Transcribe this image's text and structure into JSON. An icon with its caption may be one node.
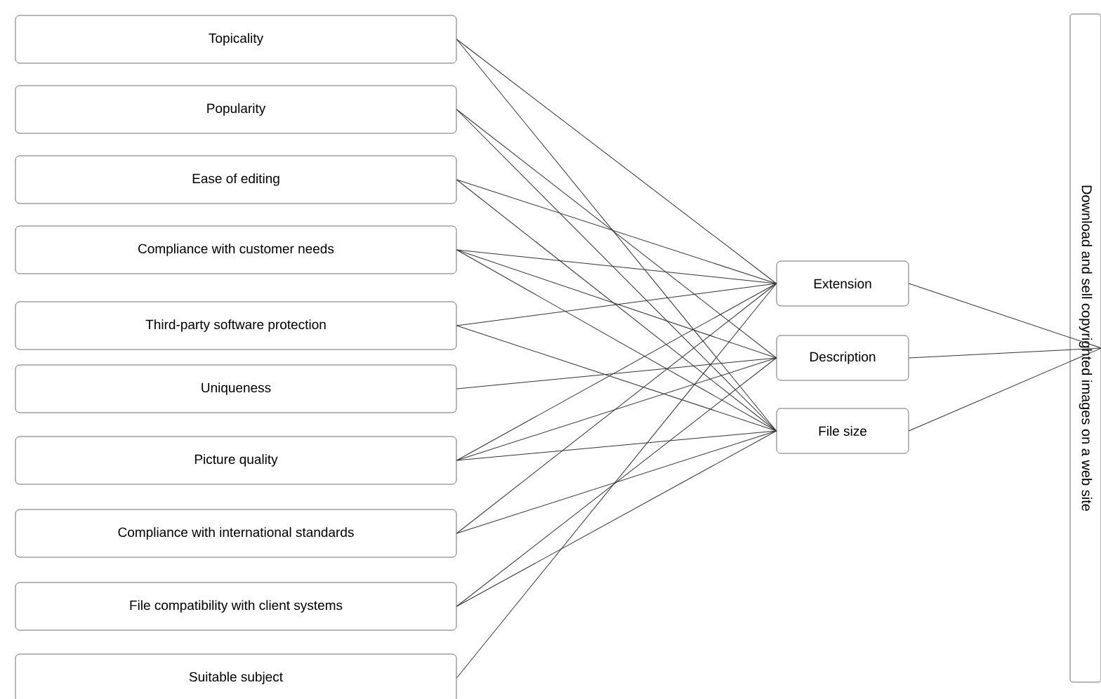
{
  "diagram": {
    "nodes": [
      {
        "text": [
          "Topicality"
        ]
      },
      {
        "text": [
          "Popularity"
        ]
      },
      {
        "text": [
          "Ease of editing"
        ]
      },
      {
        "text": [
          "Compliance with customer needs"
        ]
      },
      {
        "text": [
          "Third-party software protection"
        ]
      },
      {
        "text": [
          "Uniqueness"
        ]
      },
      {
        "text": [
          "Picture quality"
        ]
      },
      {
        "text": [
          "Compliance with international standards"
        ]
      },
      {
        "text": [
          "File compatibility with client systems"
        ]
      },
      {
        "text": [
          "Suitable subject"
        ]
      },
      {
        "text": [
          "Extension"
        ]
      },
      {
        "text": [
          "Description"
        ]
      },
      {
        "text": [
          "File size"
        ]
      },
      {
        "text": [
          "Download and sell copyrighted images on a web site"
        ]
      }
    ],
    "edges": [
      {
        "from": 0,
        "to": 10,
        "arrow": "none"
      },
      {
        "from": 0,
        "to": 12,
        "arrow": "none"
      },
      {
        "from": 1,
        "to": 11,
        "arrow": "none"
      },
      {
        "from": 1,
        "to": 12,
        "arrow": "none"
      },
      {
        "from": 2,
        "to": 10,
        "arrow": "none"
      },
      {
        "from": 2,
        "to": 12,
        "arrow": "none"
      },
      {
        "from": 3,
        "to": 10,
        "arrow": "none"
      },
      {
        "from": 3,
        "to": 11,
        "arrow": "none"
      },
      {
        "from": 3,
        "to": 12,
        "arrow": "none"
      },
      {
        "from": 4,
        "to": 10,
        "arrow": "none"
      },
      {
        "from": 4,
        "to": 12,
        "arrow": "none"
      },
      {
        "from": 5,
        "to": 11,
        "arrow": "none"
      },
      {
        "from": 6,
        "to": 10,
        "arrow": "none"
      },
      {
        "from": 6,
        "to": 11,
        "arrow": "none"
      },
      {
        "from": 6,
        "to": 12,
        "arrow": "none"
      },
      {
        "from": 7,
        "to": 10,
        "arrow": "none"
      },
      {
        "from": 7,
        "to": 12,
        "arrow": "none"
      },
      {
        "from": 8,
        "to": 11,
        "arrow": "none"
      },
      {
        "from": 8,
        "to": 12,
        "arrow": "none"
      },
      {
        "from": 9,
        "to": 10,
        "arrow": "none"
      },
      {
        "from": 10,
        "to": 13,
        "arrow": "none"
      },
      {
        "from": 11,
        "to": 13,
        "arrow": "none"
      },
      {
        "from": 12,
        "to": 13,
        "arrow": "none"
      }
    ]
  }
}
